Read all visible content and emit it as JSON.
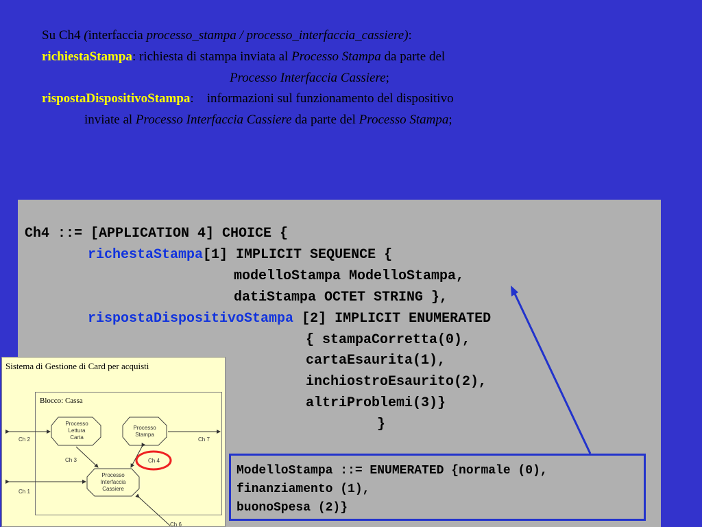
{
  "intro": {
    "line1_pre": "Su Ch4 ",
    "line1_paren_open": "(",
    "line1_mid": "interfaccia ",
    "line1_italic": "processo_stampa / processo_interfaccia_cassiere)",
    "line1_post": ":",
    "line2_key": "richiestaStampa",
    "line2_text": ": richiesta di stampa inviata al ",
    "line2_italic": "Processo Stampa",
    "line2_post": " da parte del",
    "line3_italic": "Processo Interfaccia Cassiere",
    "line3_post": ";",
    "line4_key": "rispostaDispositivoStampa",
    "line4_text": ":    informazioni sul funzionamento del dispositivo",
    "line5_pre": "inviate al ",
    "line5_italic": "Processo Interfaccia Cassiere",
    "line5_mid": " da parte del ",
    "line5_italic2": "Processo Stampa",
    "line5_post": ";"
  },
  "asn": {
    "l1": "Ch4 ::= [APPLICATION 4] CHOICE {",
    "l2_key": "richestaStampa",
    "l2_rest": "[1] IMPLICIT SEQUENCE {",
    "l3": "modelloStampa ModelloStampa,",
    "l4": "datiStampa OCTET STRING },",
    "l5_key": "rispostaDispositivoStampa",
    "l5_rest": " [2] IMPLICIT ENUMERATED",
    "l6": "{ stampaCorretta(0),",
    "l7": "cartaEsaurita(1),",
    "l8": "inchiostroEsaurito(2),",
    "l9": "altriProblemi(3)}",
    "l10": "}"
  },
  "def": {
    "l1": "ModelloStampa ::= ENUMERATED {normale (0),",
    "l2": "finanziamento (1),",
    "l3": "buonoSpesa (2)}"
  },
  "diagram": {
    "title": "Sistema di Gestione di Card per acquisti",
    "block_title": "Blocco: Cassa",
    "p1": [
      "Processo",
      "Lettura",
      "Carta"
    ],
    "p2": [
      "Processo",
      "Stampa"
    ],
    "p3": [
      "Processo",
      "Interfaccia",
      "Cassiere"
    ],
    "ch2": "Ch 2",
    "ch7": "Ch 7",
    "ch3": "Ch 3",
    "ch4": "Ch 4",
    "ch1": "Ch 1",
    "ch6": "Ch 6"
  },
  "colors": {
    "background": "#3333cc",
    "keyword_yellow": "#ffff00",
    "code_blue": "#1133dd",
    "highlight_red": "#ee2222"
  }
}
